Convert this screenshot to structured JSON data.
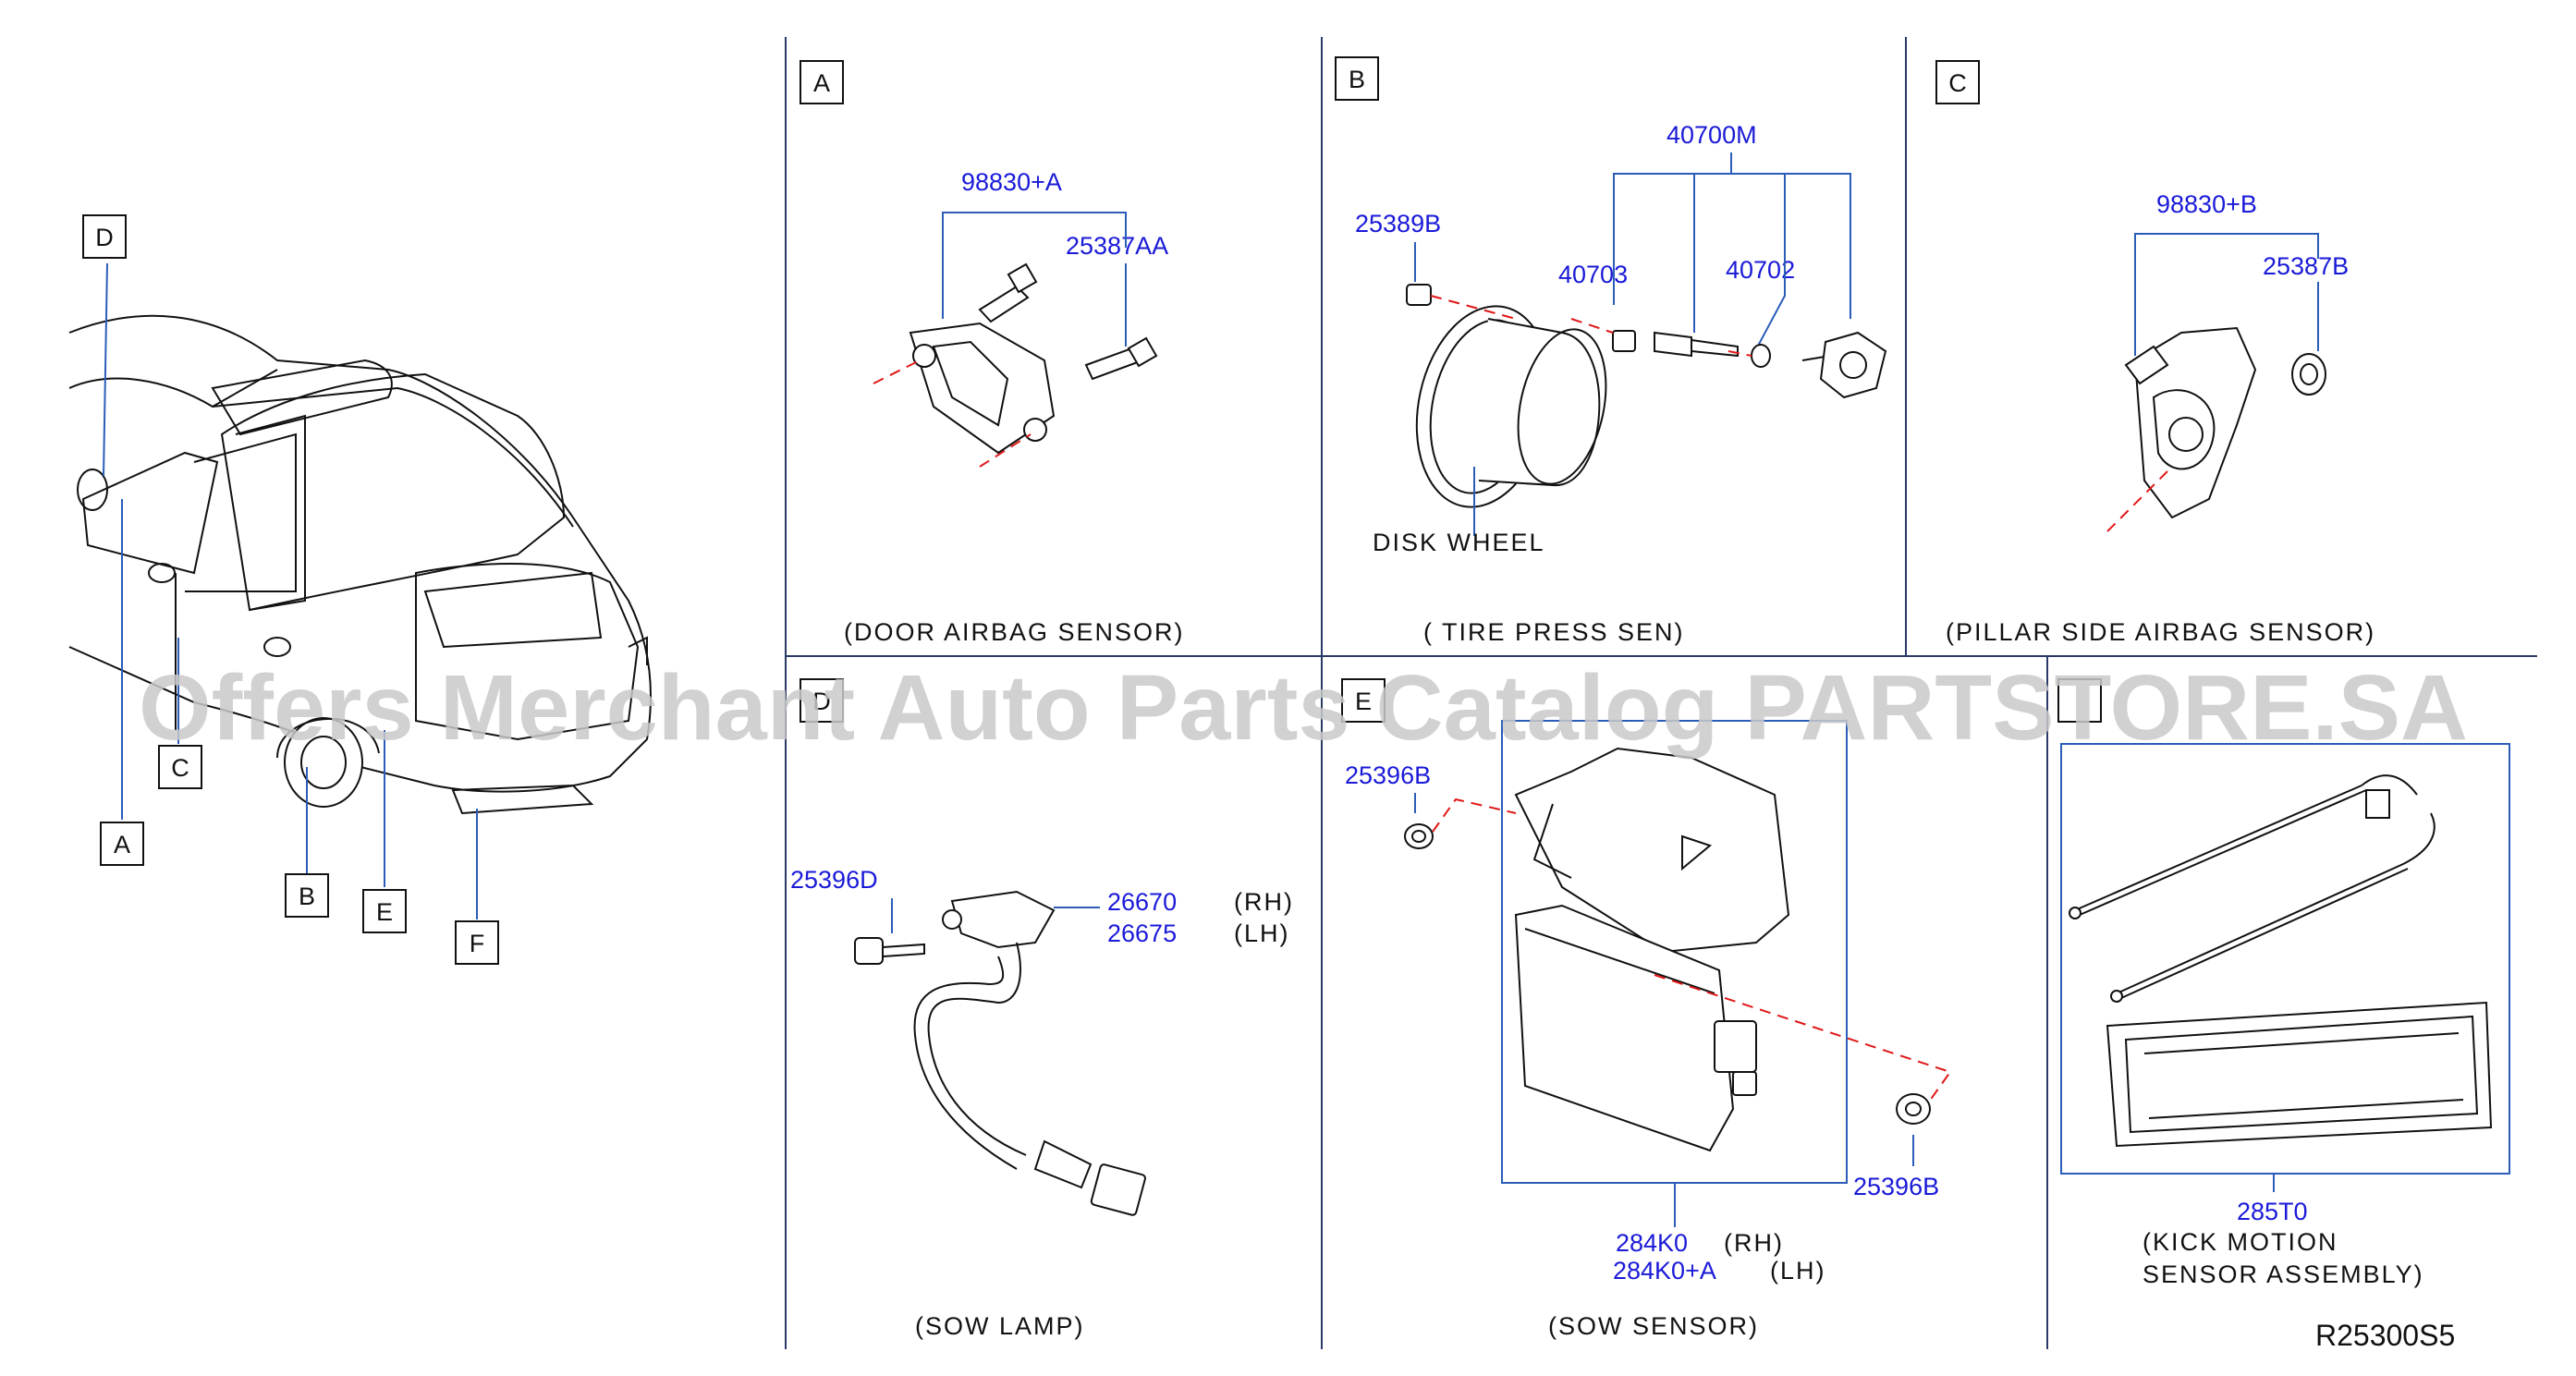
{
  "watermark": "Offers Merchant Auto Parts Catalog PARTSTORE.SA",
  "drawing_code": "R25300S5",
  "overview_markers": {
    "A": "A",
    "B": "B",
    "C": "C",
    "D": "D",
    "E": "E",
    "F": "F"
  },
  "panels": {
    "A": {
      "letter": "A",
      "caption": "(DOOR   AIRBAG   SENSOR)",
      "parts": [
        "98830+A",
        "25387AA"
      ]
    },
    "B": {
      "letter": "B",
      "caption": "( TIRE   PRESS   SEN)",
      "parts": [
        "40700M",
        "25389B",
        "40703",
        "40702"
      ],
      "label_disk_wheel": "DISK   WHEEL"
    },
    "C": {
      "letter": "C",
      "caption": "(PILLAR   SIDE   AIRBAG   SENSOR)",
      "parts": [
        "98830+B",
        "25387B"
      ]
    },
    "D": {
      "letter": "D",
      "caption": "(SOW   LAMP)",
      "parts": [
        "25396D",
        "26670",
        "26675"
      ],
      "sides": [
        "(RH)",
        "(LH)"
      ]
    },
    "E": {
      "letter": "E",
      "caption": "(SOW   SENSOR)",
      "parts": [
        "25396B",
        "25396B",
        "284K0",
        "284K0+A"
      ],
      "sides": [
        "(RH)",
        "(LH)"
      ]
    },
    "F": {
      "letter": "",
      "caption_line1": "(KICK   MOTION",
      "caption_line2": "SENSOR   ASSEMBLY)",
      "parts": [
        "285T0"
      ]
    }
  }
}
